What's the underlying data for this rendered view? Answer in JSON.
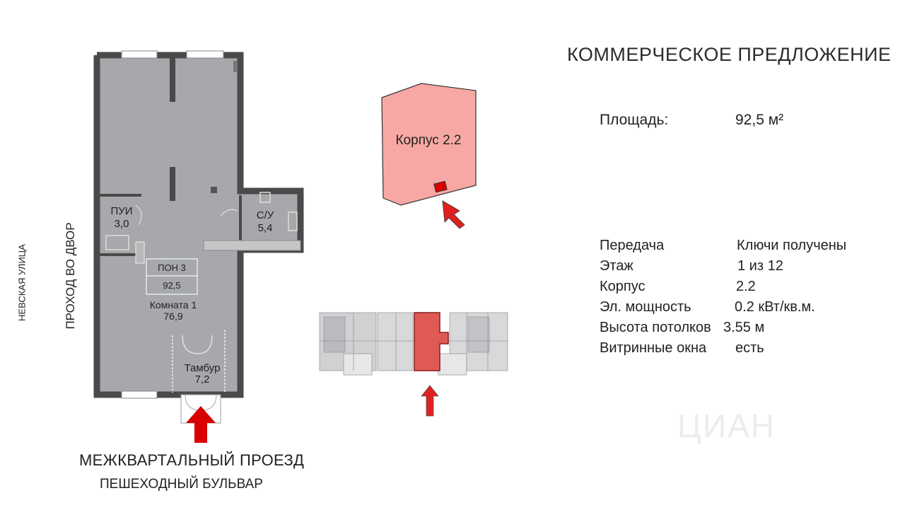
{
  "title": "КОММЕРЧЕСКОЕ ПРЕДЛОЖЕНИЕ",
  "area": {
    "label": "Площадь:",
    "value": "92,5 м²"
  },
  "info": [
    {
      "label": "Передача",
      "value": "Ключи получены"
    },
    {
      "label": "Этаж",
      "value": "1 из 12"
    },
    {
      "label": "Корпус",
      "value": "2.2"
    },
    {
      "label": "Эл. мощность",
      "value": "0.2 кВт/кв.м."
    },
    {
      "label": "Высота потолков",
      "value": "3.55 м"
    },
    {
      "label": "Витринные окна",
      "value": "есть"
    }
  ],
  "plan": {
    "pui_name": "ПУИ",
    "pui_area": "3,0",
    "wc_name": "С/У",
    "wc_area": "5,4",
    "pon_name": "ПОН 3",
    "pon_area": "92,5",
    "room1_name": "Комната 1",
    "room1_area": "76,9",
    "tambour_name": "Тамбур",
    "tambour_area": "7,2"
  },
  "building_label": "Корпус 2.2",
  "street_left": "НЕВСКАЯ УЛИЦА",
  "passage_left": "ПРОХОД ВО ДВОР",
  "road_label": "МЕЖКВАРТАЛЬНЫЙ ПРОЕЗД",
  "boulevard_label": "ПЕШЕХОДНЫЙ БУЛЬВАР",
  "watermark": "ЦИАН",
  "colors": {
    "building_fill": "#f7a8a4",
    "highlight_red": "#d90000",
    "plan_fill": "#a6a8ab",
    "wall": "#4a4a4a"
  }
}
